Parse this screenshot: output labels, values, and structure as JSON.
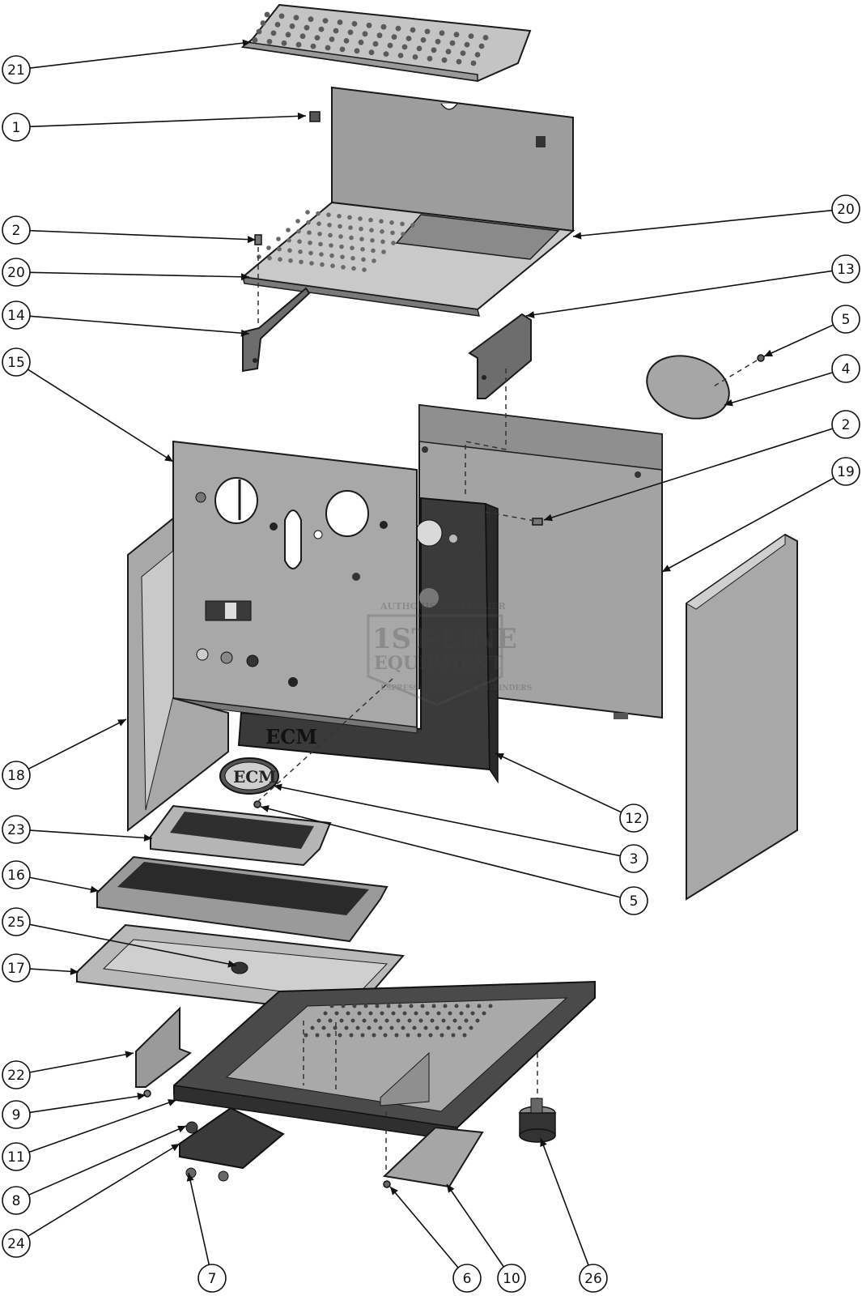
{
  "diagram": {
    "callouts": [
      {
        "id": "c21",
        "label": "21"
      },
      {
        "id": "c1",
        "label": "1"
      },
      {
        "id": "c2a",
        "label": "2"
      },
      {
        "id": "c20a",
        "label": "20"
      },
      {
        "id": "c14",
        "label": "14"
      },
      {
        "id": "c15",
        "label": "15"
      },
      {
        "id": "c18",
        "label": "18"
      },
      {
        "id": "c23",
        "label": "23"
      },
      {
        "id": "c16",
        "label": "16"
      },
      {
        "id": "c25",
        "label": "25"
      },
      {
        "id": "c17",
        "label": "17"
      },
      {
        "id": "c22",
        "label": "22"
      },
      {
        "id": "c9",
        "label": "9"
      },
      {
        "id": "c11",
        "label": "11"
      },
      {
        "id": "c8",
        "label": "8"
      },
      {
        "id": "c24",
        "label": "24"
      },
      {
        "id": "c7",
        "label": "7"
      },
      {
        "id": "c20b",
        "label": "20"
      },
      {
        "id": "c13",
        "label": "13"
      },
      {
        "id": "c5a",
        "label": "5"
      },
      {
        "id": "c4",
        "label": "4"
      },
      {
        "id": "c2b",
        "label": "2"
      },
      {
        "id": "c19",
        "label": "19"
      },
      {
        "id": "c12",
        "label": "12"
      },
      {
        "id": "c3",
        "label": "3"
      },
      {
        "id": "c5b",
        "label": "5"
      },
      {
        "id": "c6",
        "label": "6"
      },
      {
        "id": "c10",
        "label": "10"
      },
      {
        "id": "c26",
        "label": "26"
      }
    ],
    "watermark": {
      "top_arc": "AUTHORISED SUPPLIER",
      "line1": "1ST-LINE",
      "line2": "EQUIPMENT",
      "bottom_arc": "ESPRESSO MACHINES & GRINDERS"
    },
    "brand_marks": {
      "frame_logo": "ECM",
      "badge_logo": "ECM"
    },
    "colors": {
      "panel_light": "#b5b5b5",
      "panel_mid": "#8e8e8e",
      "panel_dark": "#3a3a3a",
      "outline": "#1a1a1a",
      "background": "#ffffff"
    }
  }
}
